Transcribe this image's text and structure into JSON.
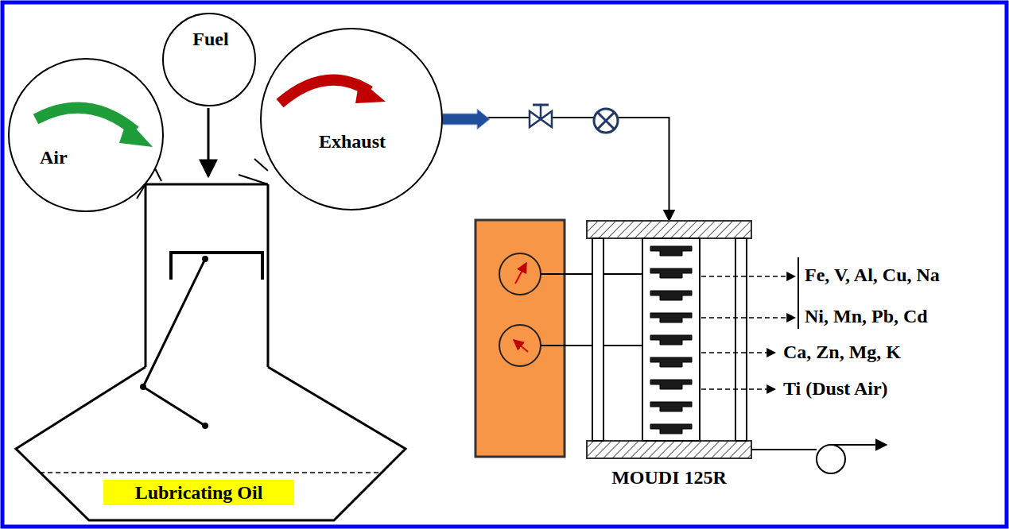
{
  "diagram": {
    "nodes": [
      {
        "text": [
          "Air"
        ]
      },
      {
        "text": [
          "Fuel"
        ]
      },
      {
        "text": [
          "Exhaust"
        ]
      },
      {
        "text": [
          "Lubricating Oil"
        ]
      },
      {
        "text": [
          "MOUDI 125R"
        ]
      }
    ],
    "edges": [
      {
        "from": 2,
        "to": 4,
        "arrow": "to"
      }
    ],
    "labels": [
      "Fe, V, Al, Cu, Na",
      "Ni, Mn, Pb, Cd",
      "Ca, Zn, Mg, K",
      "Ti (Dust Air)"
    ]
  }
}
